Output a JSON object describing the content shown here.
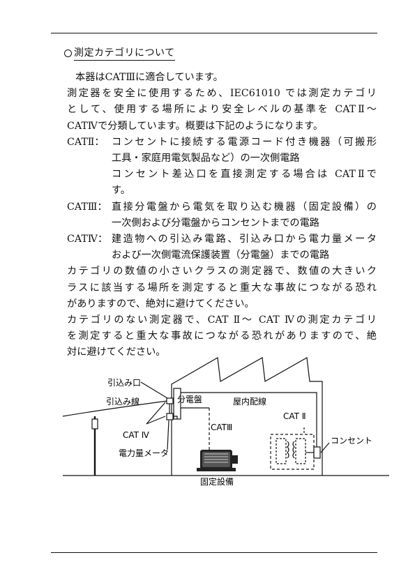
{
  "section_title": "測定カテゴリについて",
  "paragraphs": {
    "p1": "本器はCATⅢに適合しています。",
    "p2_l1": "測定器を安全に使用するため、IEC61010 では測定カテゴリ",
    "p2_l2": "として、使用する場所により安全レベルの基準を CATⅡ～",
    "p2_l3": "CATⅣで分類しています。概要は下記のようになります。"
  },
  "categories": [
    {
      "label": "CATⅡ：",
      "lines": [
        "コンセントに接続する電源コード付き機器（可搬形",
        "工具・家庭用電気製品など）の一次側電路",
        "コンセント差込口を直接測定する場合は CATⅡで",
        "す。"
      ]
    },
    {
      "label": "CATⅢ：",
      "lines": [
        "直接分電盤から電気を取り込む機器（固定設備）の",
        "一次側および分電盤からコンセントまでの電路"
      ]
    },
    {
      "label": "CATⅣ：",
      "lines": [
        "建造物への引込み電路、引込み口から電力量メータ",
        "および一次側電流保護装置（分電盤）までの電路"
      ]
    }
  ],
  "warnings": {
    "w1_l1": "カテゴリの数値の小さいクラスの測定器で、数値の大きいク",
    "w1_l2": "ラスに該当する場所を測定すると重大な事故につながる恐れ",
    "w1_l3": "がありますので、絶対に避けてください。",
    "w2_l1": "カテゴリのない測定器で、CAT Ⅱ～ CAT Ⅳの測定カテゴリ",
    "w2_l2": "を測定すると重大な事故につながる恐れがありますので、絶",
    "w2_l3": "対に避けてください。"
  },
  "diagram": {
    "label_hikikomiguchi": "引込み口",
    "label_hikikomisen": "引込み線",
    "label_cat4": "CAT Ⅳ",
    "label_meter": "電力量メータ",
    "label_bunden": "分電盤",
    "label_okunai": "屋内配線",
    "label_cat3": "CATⅢ",
    "label_cat2": "CAT Ⅱ",
    "label_consent": "コンセント",
    "label_kotei": "固定設備"
  }
}
